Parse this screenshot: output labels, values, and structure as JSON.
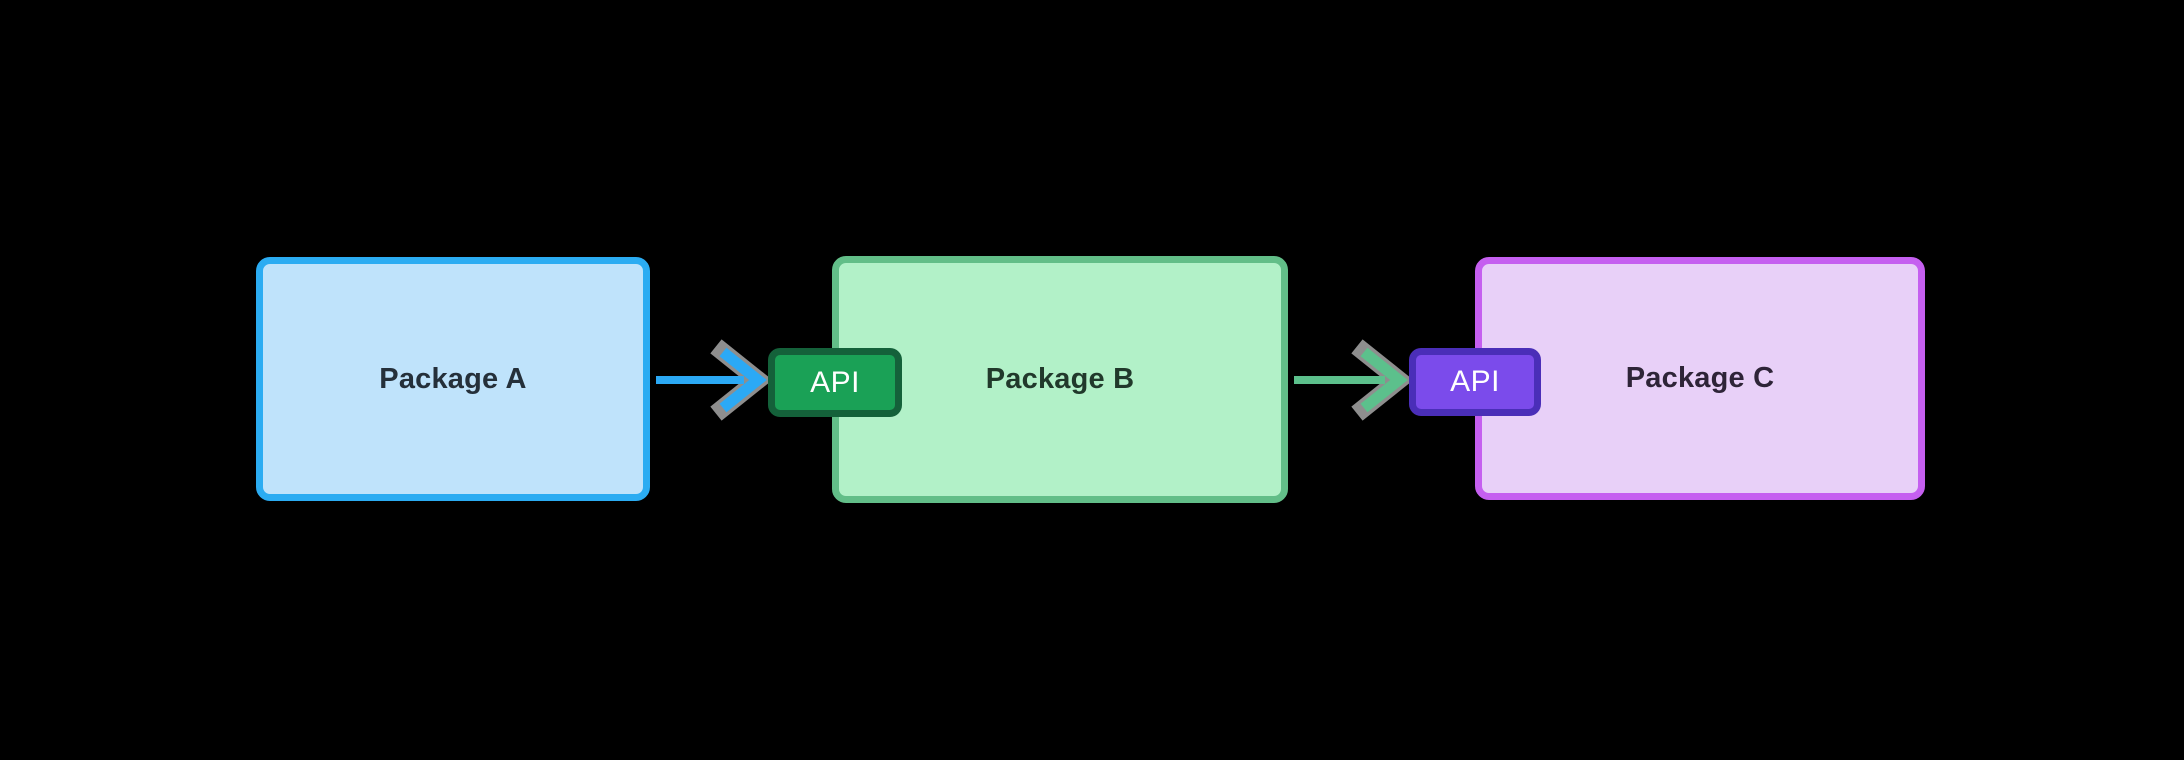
{
  "diagram": {
    "title": "package-api-flow",
    "background_color": "#000000",
    "shadow_color": "#8E8E8E",
    "nodes": [
      {
        "id": "package-a",
        "label": "Package A",
        "fill": "#BFE3FB",
        "border_color": "#2BACF2",
        "text_color": "#25303A"
      },
      {
        "id": "package-b",
        "label": "Package B",
        "fill": "#B2F1C8",
        "border_color": "#62BE88",
        "text_color": "#21392B"
      },
      {
        "id": "package-c",
        "label": "Package C",
        "fill": "#E8D0F8",
        "border_color": "#C55FF0",
        "text_color": "#2E2438"
      }
    ],
    "badges": [
      {
        "id": "api-badge-b",
        "label": "API",
        "fill": "#1AA156",
        "border_color": "#14613A",
        "text_color": "#FFFFFF",
        "attached_to": "package-b"
      },
      {
        "id": "api-badge-c",
        "label": "API",
        "fill": "#7B4BEB",
        "border_color": "#4A2EB8",
        "text_color": "#FFFFFF",
        "attached_to": "package-c"
      }
    ],
    "arrows": [
      {
        "id": "arrow-a-to-b",
        "from": "package-a",
        "to": "api-badge-b",
        "color": "#2BA9F5",
        "shadow_color": "#8E8E8E"
      },
      {
        "id": "arrow-b-to-c",
        "from": "package-b",
        "to": "api-badge-c",
        "color": "#5CC08C",
        "shadow_color": "#8E8E8E"
      }
    ]
  }
}
